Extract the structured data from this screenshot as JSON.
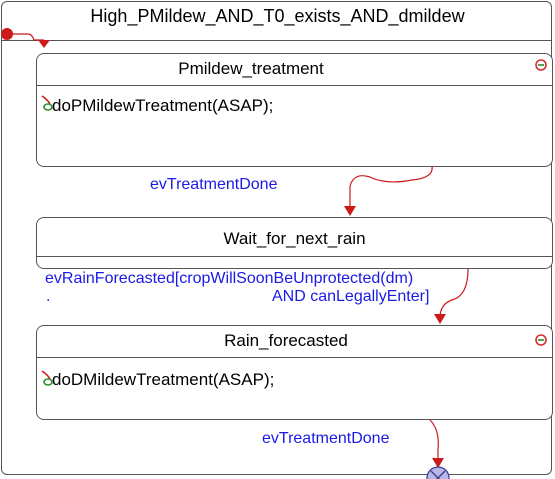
{
  "diagram": {
    "composite_state": {
      "title": "High_PMildew_AND_T0_exists_AND_dmildew"
    },
    "states": [
      {
        "id": "pmildew_treatment",
        "title": "Pmildew_treatment",
        "action": "doPMildewTreatment(ASAP);",
        "icon": "reaction-cycle-icon"
      },
      {
        "id": "wait_for_next_rain",
        "title": "Wait_for_next_rain",
        "action": ""
      },
      {
        "id": "rain_forecasted",
        "title": "Rain_forecasted",
        "action": "doDMildewTreatment(ASAP);",
        "icon": "reaction-cycle-icon"
      }
    ],
    "transitions": [
      {
        "label": "evTreatmentDone"
      },
      {
        "label_line1": "evRainForecasted[cropWillSoonBeUnprotected(dm)",
        "label_dot": ".",
        "label_line2": "AND canLegallyEnter]"
      },
      {
        "label": "evTreatmentDone"
      }
    ],
    "colors": {
      "transition": "#cc1a1a",
      "event_text": "#1a1ae6",
      "border": "#555555",
      "initial": "#cc1a1a",
      "terminate_fill": "#b9b6e8"
    }
  }
}
